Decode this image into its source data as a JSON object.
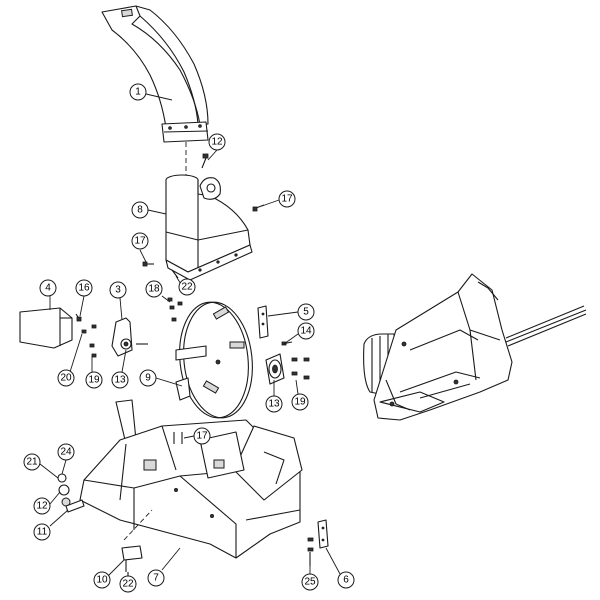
{
  "callouts": [
    {
      "label": "1"
    },
    {
      "label": "12"
    },
    {
      "label": "8"
    },
    {
      "label": "17"
    },
    {
      "label": "17"
    },
    {
      "label": "22"
    },
    {
      "label": "4"
    },
    {
      "label": "16"
    },
    {
      "label": "3"
    },
    {
      "label": "18"
    },
    {
      "label": "5"
    },
    {
      "label": "14"
    },
    {
      "label": "20"
    },
    {
      "label": "19"
    },
    {
      "label": "13"
    },
    {
      "label": "9"
    },
    {
      "label": "13"
    },
    {
      "label": "19"
    },
    {
      "label": "17"
    },
    {
      "label": "24"
    },
    {
      "label": "21"
    },
    {
      "label": "12"
    },
    {
      "label": "11"
    },
    {
      "label": "10"
    },
    {
      "label": "22"
    },
    {
      "label": "7"
    },
    {
      "label": "25"
    },
    {
      "label": "6"
    }
  ]
}
